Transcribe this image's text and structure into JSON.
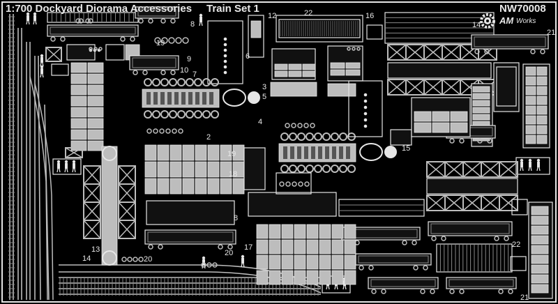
{
  "header": {
    "title": "1:700 Dockyard Diorama Accessories",
    "subtitle": "Train Set 1",
    "code": "NW70008",
    "brand_mark": "AM",
    "brand_word": "Works"
  },
  "part_numbers": [
    "12",
    "22",
    "16",
    "14",
    "21",
    "8",
    "6",
    "19",
    "9",
    "10",
    "7",
    "3",
    "5",
    "4",
    "2",
    "19",
    "15",
    "18",
    "13",
    "14",
    "20",
    "8",
    "17",
    "20",
    "22",
    "21"
  ],
  "colors": {
    "background": "#000000",
    "metal": "#bdbdbd",
    "metal_dark": "#8a8a8a",
    "outline": "#e6e6e6",
    "text": "#e8e8e8"
  },
  "icons": [
    "gear-icon"
  ]
}
